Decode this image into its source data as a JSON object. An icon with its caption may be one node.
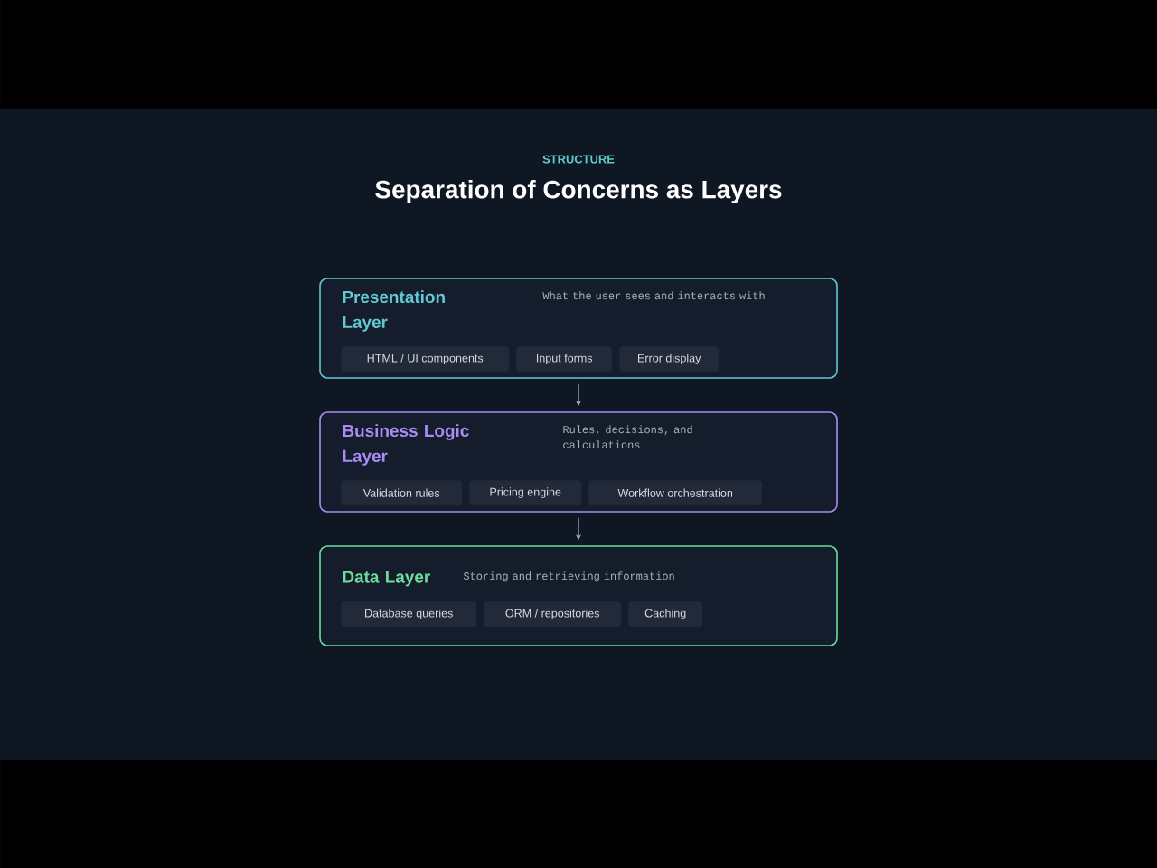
{
  "diagram": {
    "title": "Separation of Concerns as Layers",
    "nodes": [
      {
        "text": [
          "Presentation Layer",
          "What the user sees and interacts with"
        ]
      },
      {
        "text": [
          "HTML / UI components"
        ],
        "in": 0
      },
      {
        "text": [
          "Input forms"
        ],
        "in": 0
      },
      {
        "text": [
          "Error display"
        ],
        "in": 0
      },
      {
        "text": [
          "Business Logic Layer",
          "Rules, decisions, and calculations"
        ]
      },
      {
        "text": [
          "Validation rules"
        ],
        "in": 4
      },
      {
        "text": [
          "Pricing engine"
        ],
        "in": 4
      },
      {
        "text": [
          "Workflow orchestration"
        ],
        "in": 4
      },
      {
        "text": [
          "Data Layer",
          "Storing and retrieving information"
        ]
      },
      {
        "text": [
          "Database queries"
        ],
        "in": 8
      },
      {
        "text": [
          "ORM / repositories"
        ],
        "in": 8
      },
      {
        "text": [
          "Caching"
        ],
        "in": 8
      }
    ],
    "edges": [
      {
        "from": 0,
        "to": 4,
        "arrow": "to"
      },
      {
        "from": 4,
        "to": 8,
        "arrow": "to"
      }
    ],
    "labels": [
      "STRUCTURE"
    ]
  }
}
